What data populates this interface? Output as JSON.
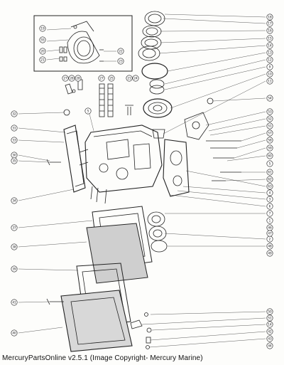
{
  "footer": "MercuryPartsOnline v2.5.1 (Image Copyright- Mercury Marine)",
  "callouts_right": [
    "18",
    "17",
    "16",
    "15",
    "14",
    "13",
    "12",
    "9",
    "10",
    "11",
    "54",
    "53",
    "52",
    "51",
    "57",
    "58",
    "59",
    "60",
    "5",
    "61",
    "62",
    "63",
    "4",
    "3",
    "6",
    "7",
    "1",
    "2",
    "48",
    "49",
    "50",
    "51",
    "14",
    "42",
    "43",
    "44",
    "45",
    "46",
    "47",
    "48"
  ],
  "callouts_inset": [
    "19",
    "55",
    "20",
    "21",
    "22",
    "23"
  ],
  "callouts_top": [
    "27",
    "28",
    "28",
    "27",
    "25",
    "21",
    "24"
  ],
  "callouts_left": [
    "32",
    "31",
    "33",
    "30",
    "35",
    "34",
    "37",
    "38",
    "39",
    "41",
    "40"
  ],
  "callouts_mid": [
    "5"
  ]
}
